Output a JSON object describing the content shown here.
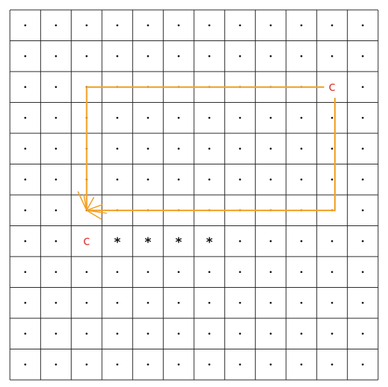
{
  "board": {
    "rows": 12,
    "cols": 12,
    "empty_glyph": "·",
    "grid_color": "#222222",
    "dot_color": "#111111"
  },
  "markers": [
    {
      "row": 2,
      "col": 10,
      "text": "c",
      "color": "#e03a3a",
      "kind": "start-marker"
    },
    {
      "row": 7,
      "col": 2,
      "text": "c",
      "color": "#e03a3a",
      "kind": "end-marker"
    },
    {
      "row": 7,
      "col": 3,
      "text": "*",
      "color": "#111111",
      "kind": "star-marker"
    },
    {
      "row": 7,
      "col": 4,
      "text": "*",
      "color": "#111111",
      "kind": "star-marker"
    },
    {
      "row": 7,
      "col": 5,
      "text": "*",
      "color": "#111111",
      "kind": "star-marker"
    },
    {
      "row": 7,
      "col": 6,
      "text": "*",
      "color": "#111111",
      "kind": "star-marker"
    }
  ],
  "path": {
    "color": "#f2a126",
    "waypoints": [
      {
        "row": 2,
        "col": 10
      },
      {
        "row": 6,
        "col": 10
      },
      {
        "row": 6,
        "col": 2
      },
      {
        "row": 2,
        "col": 2
      },
      {
        "row": 2,
        "col": 10
      }
    ],
    "arrow_at": {
      "row": 6,
      "col": 2
    }
  }
}
